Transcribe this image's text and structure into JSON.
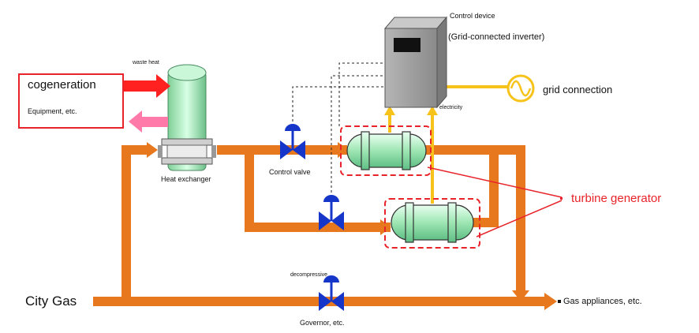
{
  "colors": {
    "pipe": "#e8781e",
    "valve": "#1536c9",
    "generator": "#9ee6b3",
    "electric": "#f7c21a",
    "highlight": "#e8232a",
    "hot_arrow": "#ff2020",
    "cool_arrow": "#ff7aa8",
    "control_device": "#9a9a9a"
  },
  "icons": {
    "valve": "valve-icon",
    "generator": "turbine-generator-icon",
    "grid": "ac-sine-icon",
    "heat_exchanger": "heat-exchanger-icon",
    "control_device": "control-cabinet-icon"
  },
  "labels": {
    "cogeneration": "cogeneration",
    "equipment": "Equipment, etc.",
    "waste_heat": "waste heat",
    "heat_exchanger": "Heat exchanger",
    "control_valve": "Control valve",
    "control_device": "Control device",
    "inverter": "(Grid-connected inverter)",
    "electricity": "electricity",
    "grid_connection": "grid connection",
    "turbine_generator": "turbine generator",
    "decompressive": "decompressive",
    "governor": "Governor, etc.",
    "city_gas": "City Gas",
    "gas_appliances": "Gas appliances, etc."
  }
}
